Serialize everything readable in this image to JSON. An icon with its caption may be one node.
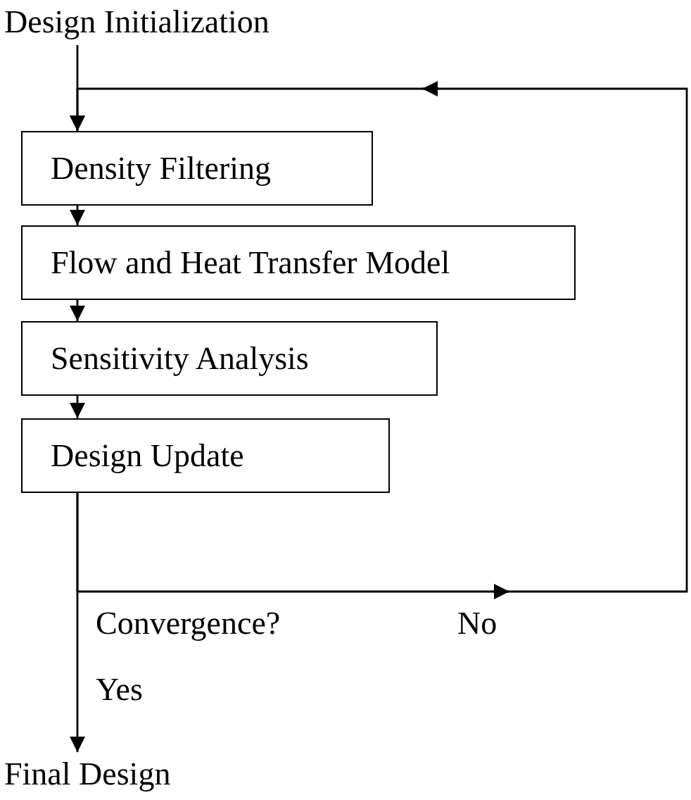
{
  "diagram": {
    "nodes": [
      {
        "text": [
          "Design Initialization"
        ]
      },
      {
        "text": [
          "Density Filtering"
        ]
      },
      {
        "text": [
          "Flow and Heat Transfer Model"
        ]
      },
      {
        "text": [
          "Sensitivity Analysis"
        ]
      },
      {
        "text": [
          "Design Update"
        ]
      },
      {
        "text": [
          "Final Design"
        ]
      }
    ],
    "edges": [
      {
        "from": 0,
        "to": 1,
        "arrow": "to"
      },
      {
        "from": 1,
        "to": 2,
        "arrow": "to"
      },
      {
        "from": 2,
        "to": 3,
        "arrow": "to"
      },
      {
        "from": 3,
        "to": 4,
        "arrow": "to"
      },
      {
        "from": 4,
        "to": 5,
        "arrow": "to",
        "label": "Yes"
      },
      {
        "from": 4,
        "to": 1,
        "arrow": "to",
        "label": "No"
      }
    ],
    "labels": [
      "Convergence?"
    ]
  }
}
